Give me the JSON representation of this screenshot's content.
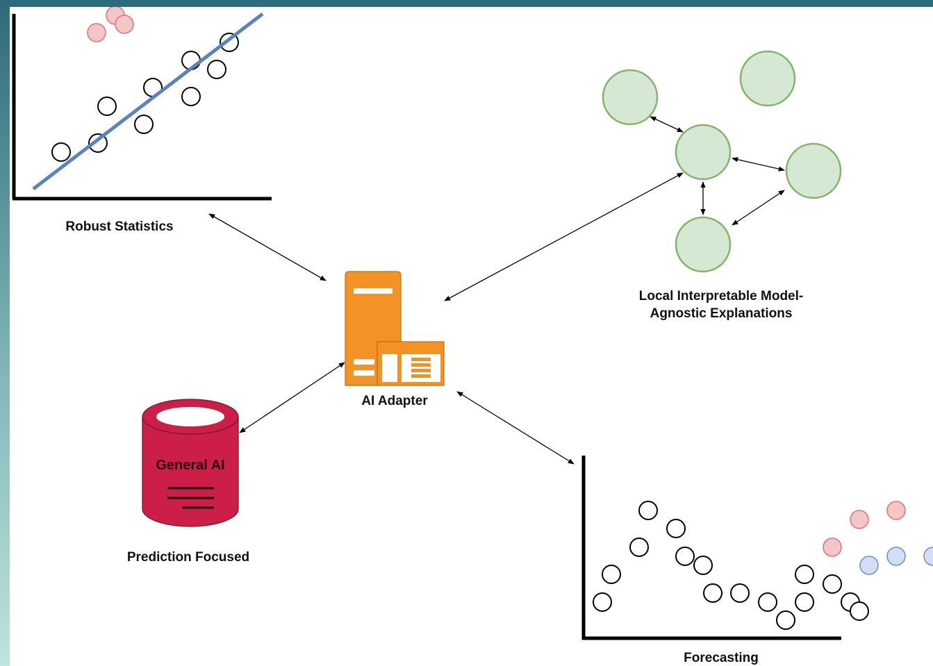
{
  "labels": {
    "robust_statistics": "Robust Statistics",
    "ai_adapter": "AI Adapter",
    "lime_line1": "Local Interpretable Model-",
    "lime_line2": "Agnostic Explanations",
    "general_ai": "General AI",
    "prediction_focused": "Prediction Focused",
    "forecasting": "Forecasting"
  },
  "colors": {
    "regression_line": "#5b82c0",
    "outlier_fill": "#f4c6c6",
    "outlier_stroke": "#d9707a",
    "node_fill": "#d5e8d4",
    "node_stroke": "#82b366",
    "server_orange": "#f39325",
    "database_red": "#cc1f47",
    "blue_fill": "#d2def4",
    "blue_stroke": "#6c8ebf"
  },
  "icons": {
    "server": "server-icon",
    "database": "database-icon"
  }
}
